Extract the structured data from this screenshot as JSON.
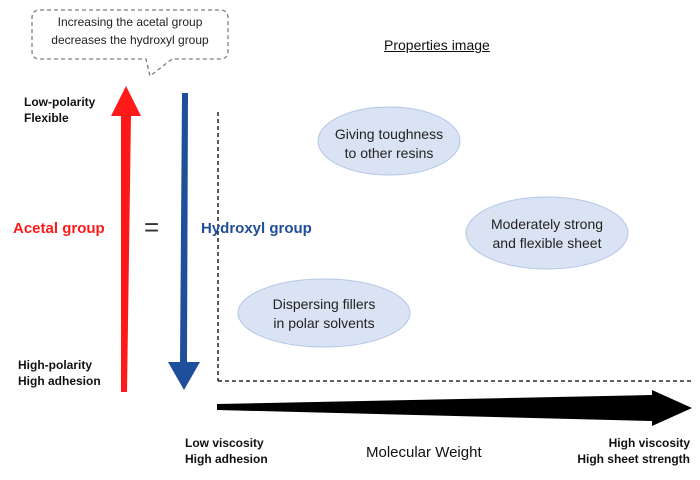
{
  "callout": {
    "line1": "Increasing the acetal group",
    "line2": "decreases the hydroxyl group"
  },
  "title": "Properties image",
  "vertical": {
    "top_line1": "Low-polarity",
    "top_line2": "Flexible",
    "bottom_line1": "High-polarity",
    "bottom_line2": "High adhesion",
    "acetal": "Acetal group",
    "equals": "=",
    "hydroxyl": "Hydroxyl group"
  },
  "horizontal": {
    "left_line1": "Low viscosity",
    "left_line2": "High adhesion",
    "axis": "Molecular Weight",
    "right_line1": "High viscosity",
    "right_line2": "High sheet strength"
  },
  "bubbles": [
    {
      "line1": "Giving toughness",
      "line2": "to other resins"
    },
    {
      "line1": "Moderately strong",
      "line2": "and flexible sheet"
    },
    {
      "line1": "Dispersing fillers",
      "line2": "in polar solvents"
    }
  ],
  "colors": {
    "acetal": "#ff1a1a",
    "hydroxyl": "#1f4e9a",
    "bubble_fill": "#dae3f3",
    "bubble_stroke": "#b4c7e7",
    "axis_arrow": "#000000"
  }
}
